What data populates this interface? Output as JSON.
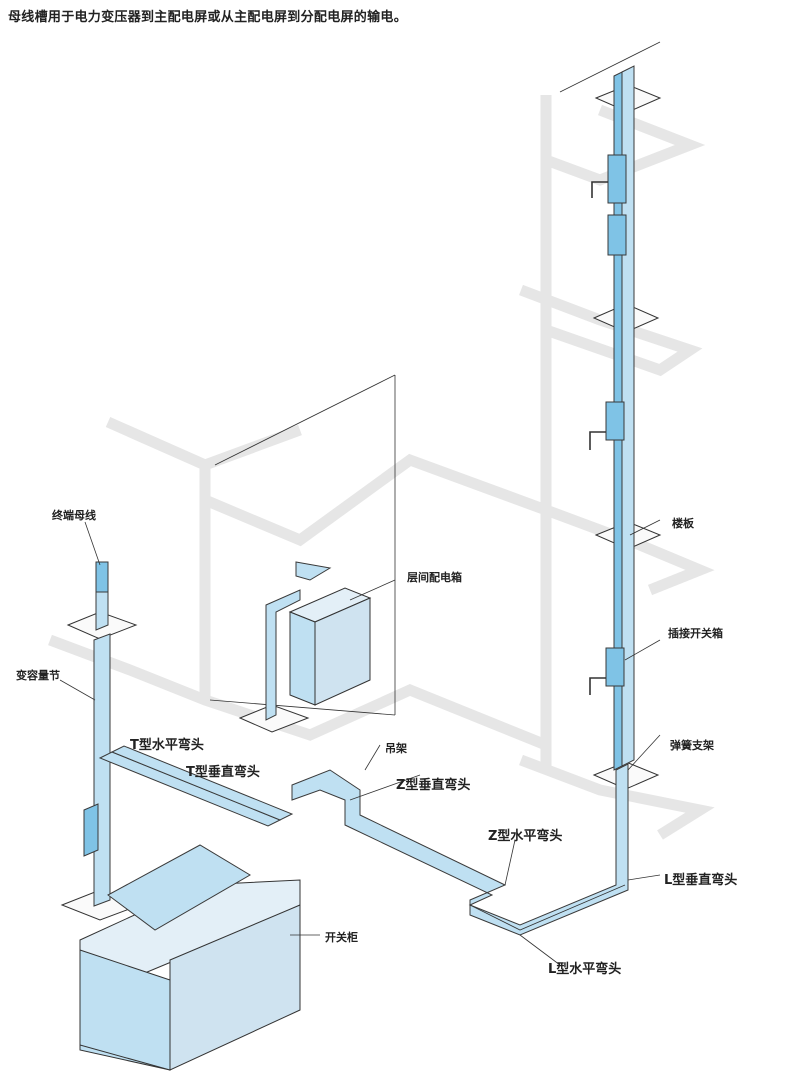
{
  "caption": "母线槽用于电力变压器到主配电屏或从主配电屏到分配电屏的输电。",
  "labels": {
    "terminal_busbar": "终端母线",
    "reducer_section": "变容量节",
    "t_horizontal_elbow": "T型水平弯头",
    "t_vertical_elbow": "T型垂直弯头",
    "floor_distribution_box": "层间配电箱",
    "hanger": "吊架",
    "z_vertical_elbow": "Z型垂直弯头",
    "z_horizontal_elbow": "Z型水平弯头",
    "floor_slab": "楼板",
    "plug_in_switch_box": "插接开关箱",
    "spring_support": "弹簧支架",
    "l_vertical_elbow": "L型垂直弯头",
    "l_horizontal_elbow": "L型水平弯头",
    "switchgear": "开关柜"
  },
  "colors": {
    "busway": "#bfe0f2",
    "busway_dark": "#7fc3e6",
    "structure": "#e6e6e6",
    "outline": "#333333"
  }
}
